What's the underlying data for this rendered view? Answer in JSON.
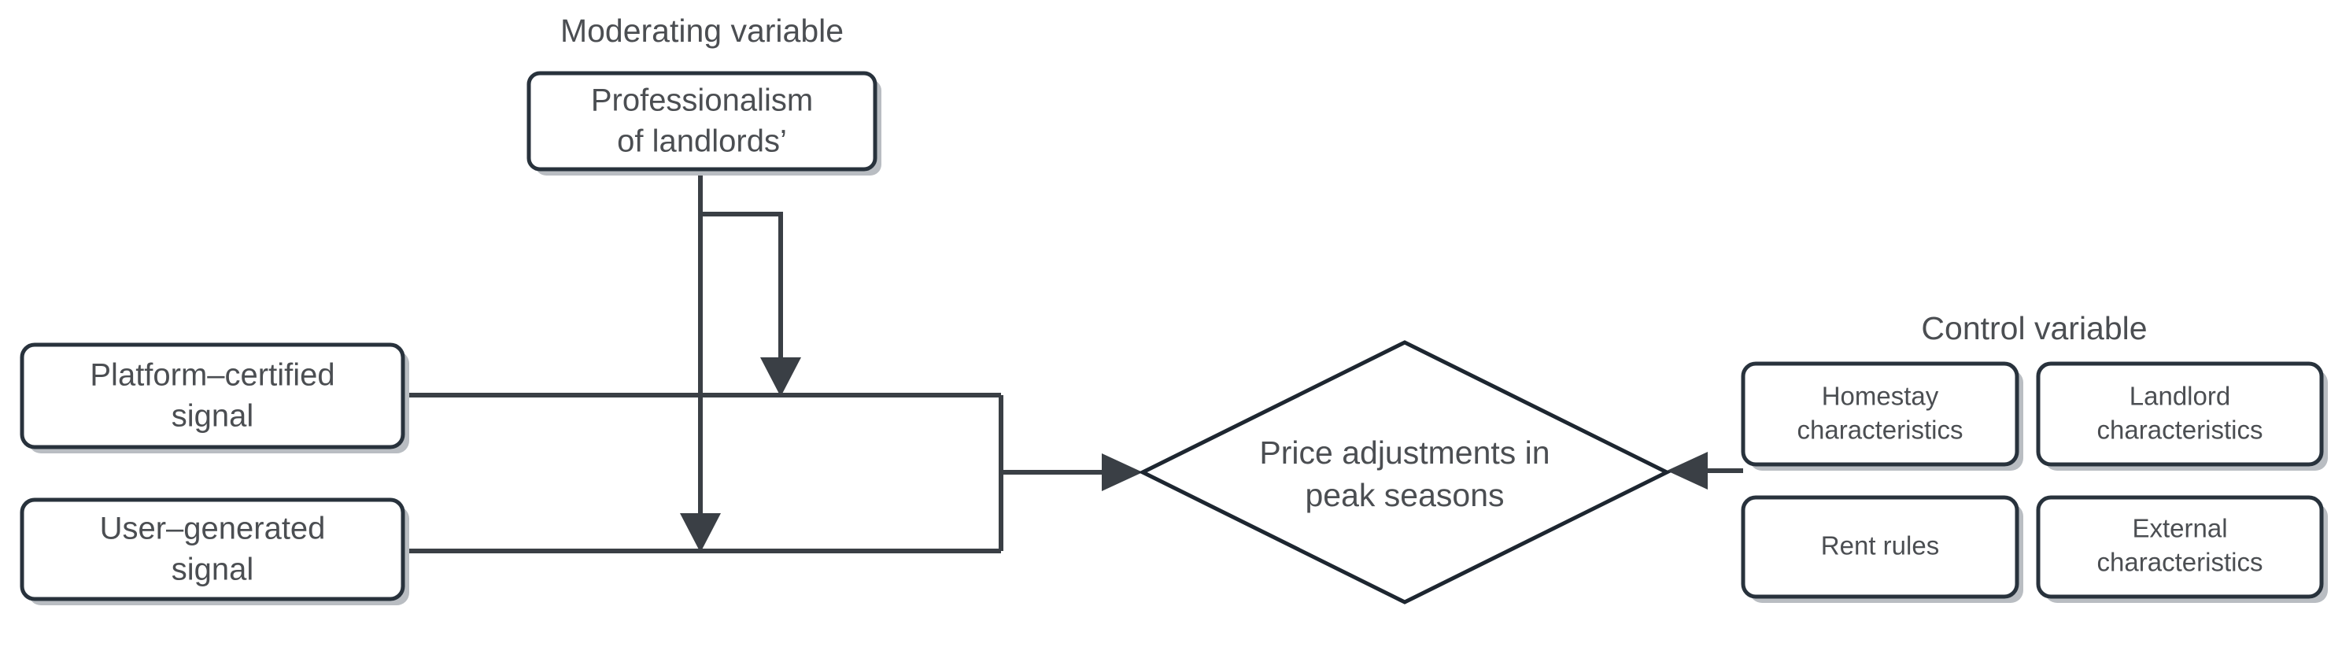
{
  "diagram": {
    "title_moderating": "Moderating variable",
    "title_control": "Control variable",
    "moderator": {
      "line1": "Professionalism",
      "line2": "of landlords’"
    },
    "independent_variables": [
      {
        "line1": "Platform–certified",
        "line2": "signal"
      },
      {
        "line1": "User–generated",
        "line2": "signal"
      }
    ],
    "outcome": {
      "line1": "Price adjustments in",
      "line2": "peak seasons"
    },
    "control_variables": [
      {
        "line1": "Homestay",
        "line2": "characteristics"
      },
      {
        "line1": "Landlord",
        "line2": "characteristics"
      },
      {
        "line1": "Rent rules",
        "line2": ""
      },
      {
        "line1": "External",
        "line2": "characteristics"
      }
    ],
    "colors": {
      "box_stroke": "#28323c",
      "diamond_stroke": "#1d2630",
      "connector": "#3a3f45",
      "text": "#4b4e52",
      "background": "#ffffff"
    }
  }
}
